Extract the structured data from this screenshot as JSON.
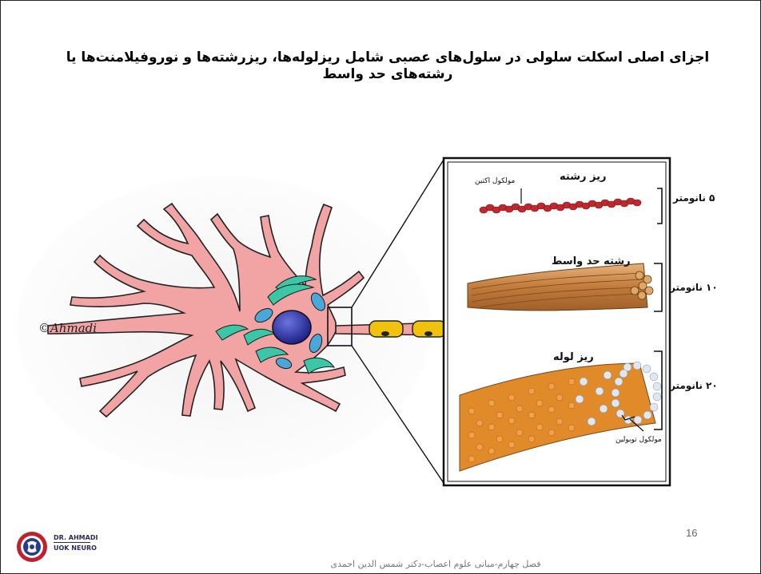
{
  "slide": {
    "title": "اجزای اصلی اسکلت سلولی در سلول‌های عصبی شامل ریزلوله‌ها، ریزرشته‌ها و نوروفیلامنت‌ها یا رشته‌های حد واسط",
    "page_number": "16",
    "footer": "فصل چهارم-مبانی علوم اعصاب-دکتر شمس الدین احمدی"
  },
  "figure": {
    "credit": "©Ahmadi",
    "panels": [
      {
        "name": "ریز رشته",
        "size": "۵ نانومتر",
        "annotation": "مولکول اکتین"
      },
      {
        "name": "رشته حد واسط",
        "size": "۱۰ نانومتر"
      },
      {
        "name": "ریز لوله",
        "size": "۲۰ نانومتر",
        "annotation": "مولکول توبولین"
      }
    ]
  },
  "logo": {
    "line1": "DR. AHMADI",
    "line2": "UOK NEURO"
  },
  "colors": {
    "cell": "#f2a3a3",
    "nucleus": "#2a2f9a",
    "er": "#3cc6a8",
    "actin": "#c0282e",
    "filament": "#c98a4a",
    "tubulin_orange": "#e08a2a",
    "tubulin_white": "#dfe8f2",
    "axon_myelin": "#f1c20b"
  }
}
